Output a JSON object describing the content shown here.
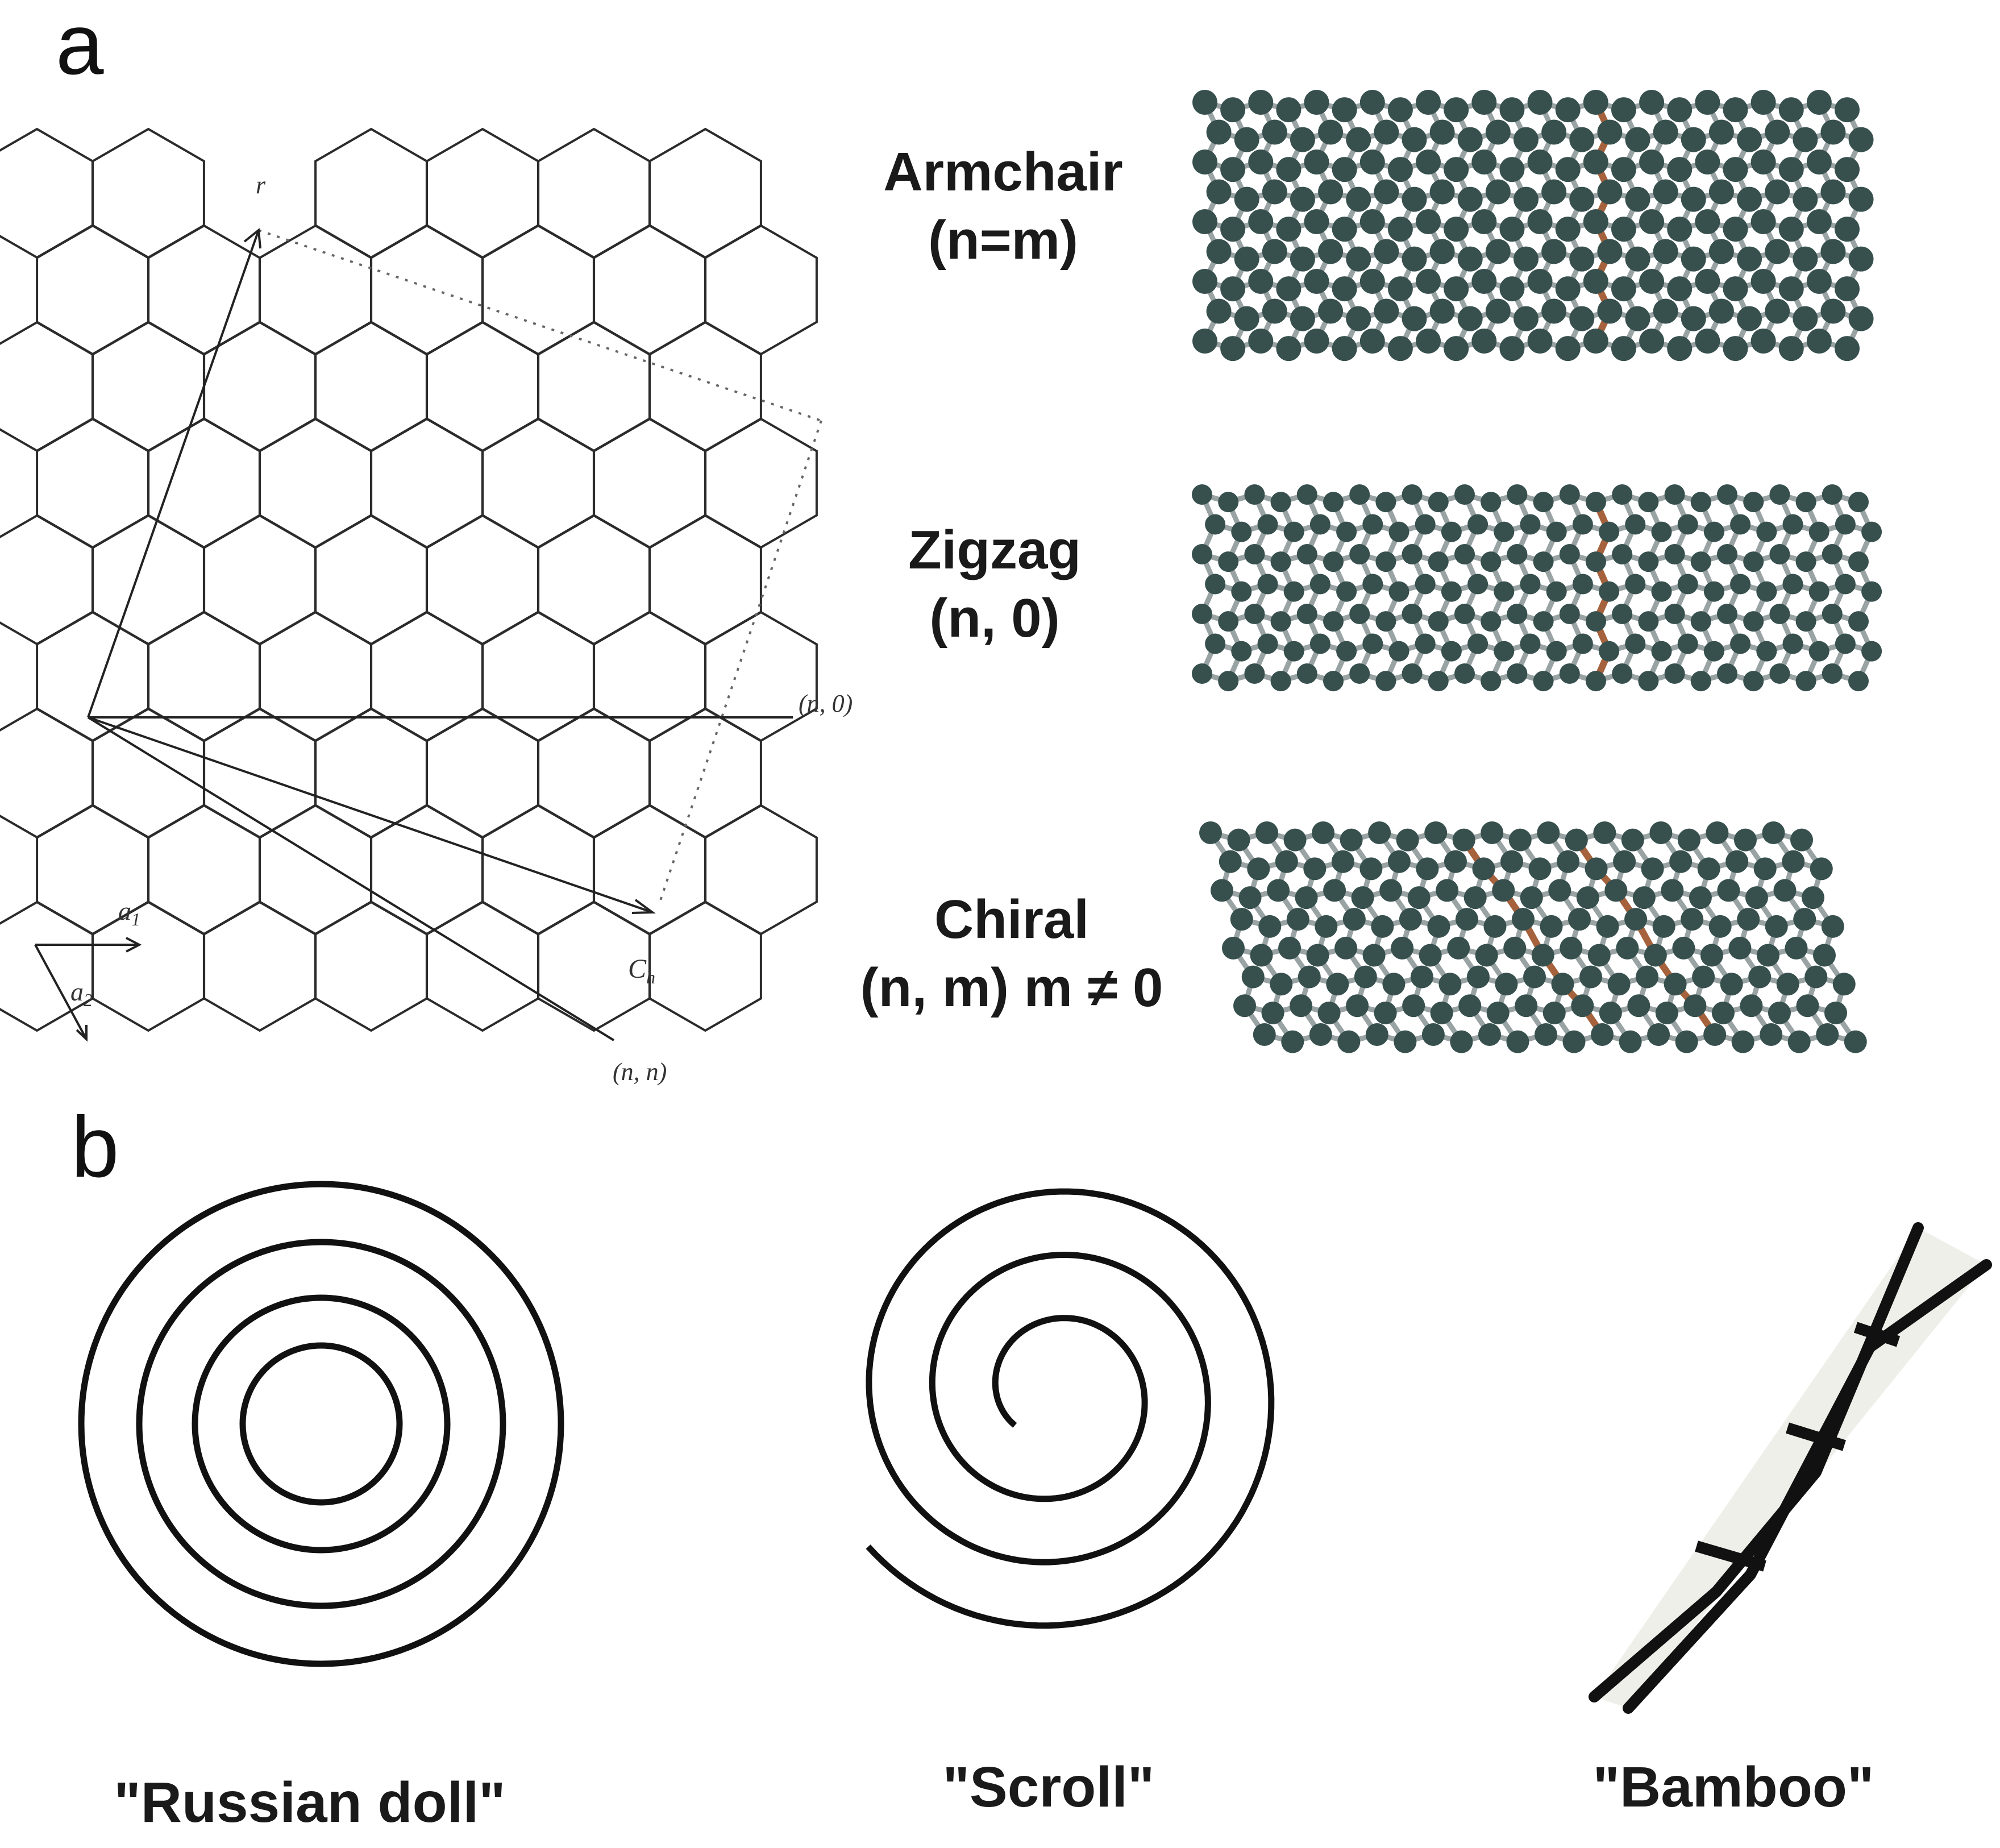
{
  "panel_a": {
    "letter": "a",
    "lattice_labels": {
      "r": "r",
      "n0": "(n, 0)",
      "nn": "(n, n)",
      "a1": "a",
      "a1_sub": "1",
      "a2": "a",
      "a2_sub": "2",
      "ch": "C",
      "ch_sub": "h"
    },
    "types": [
      {
        "name": "Armchair",
        "formula": "(n=m)"
      },
      {
        "name": "Zigzag",
        "formula": "(n, 0)"
      },
      {
        "name": "Chiral",
        "formula": "(n, m) m ≠ 0"
      }
    ]
  },
  "panel_b": {
    "letter": "b",
    "morphologies": [
      "\"Russian doll\"",
      "\"Scroll\"",
      "\"Bamboo\""
    ]
  },
  "colors": {
    "line": "#2b2b2b",
    "atom": "#37504e",
    "bond": "#9aa3a3",
    "highlight_bond": "#a5623c"
  }
}
